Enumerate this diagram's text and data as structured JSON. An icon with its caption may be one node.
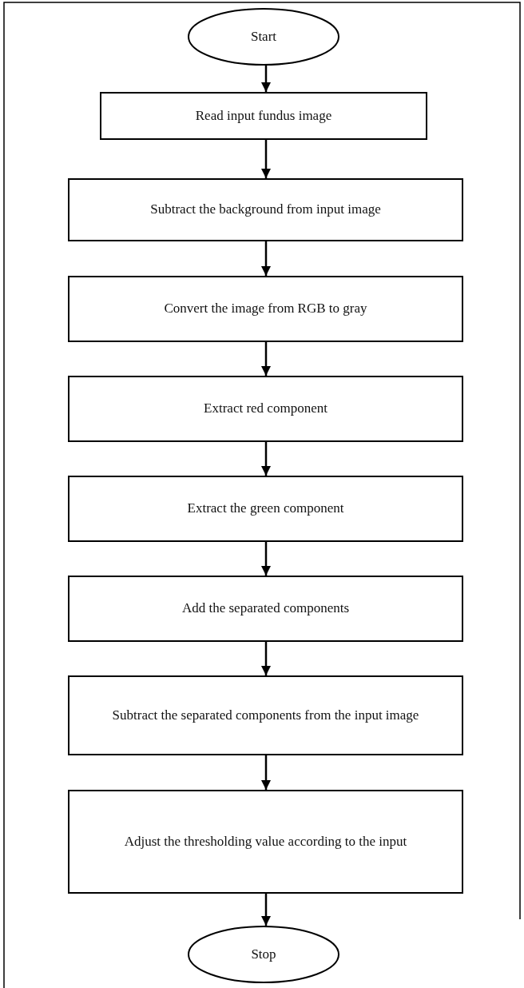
{
  "diagram": {
    "nodes": [
      {
        "text": [
          "Start"
        ]
      },
      {
        "text": [
          "Read input fundus image"
        ]
      },
      {
        "text": [
          "Subtract the background from input image"
        ]
      },
      {
        "text": [
          "Convert the image from RGB to gray"
        ]
      },
      {
        "text": [
          "Extract red component"
        ]
      },
      {
        "text": [
          "Extract the green component"
        ]
      },
      {
        "text": [
          "Add the separated components"
        ]
      },
      {
        "text": [
          "Subtract the separated components from the input image"
        ]
      },
      {
        "text": [
          "Adjust the thresholding value according to the input"
        ]
      },
      {
        "text": [
          "Stop"
        ]
      }
    ],
    "edges": [
      {
        "from": 0,
        "to": 1,
        "arrow": "to"
      },
      {
        "from": 1,
        "to": 2,
        "arrow": "to"
      },
      {
        "from": 2,
        "to": 3,
        "arrow": "to"
      },
      {
        "from": 3,
        "to": 4,
        "arrow": "to"
      },
      {
        "from": 4,
        "to": 5,
        "arrow": "to"
      },
      {
        "from": 5,
        "to": 6,
        "arrow": "to"
      },
      {
        "from": 6,
        "to": 7,
        "arrow": "to"
      },
      {
        "from": 7,
        "to": 8,
        "arrow": "to"
      },
      {
        "from": 8,
        "to": 9,
        "arrow": "to"
      }
    ]
  }
}
